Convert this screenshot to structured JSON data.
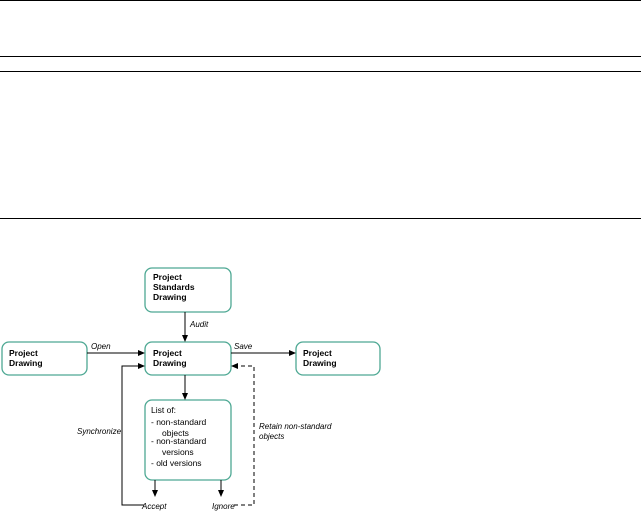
{
  "diagram": {
    "nodes": {
      "standards": {
        "lines": [
          "Project",
          "Standards",
          "Drawing"
        ]
      },
      "source": {
        "lines": [
          "Project",
          "Drawing"
        ]
      },
      "center": {
        "lines": [
          "Project",
          "Drawing"
        ]
      },
      "target": {
        "lines": [
          "Project",
          "Drawing"
        ]
      },
      "list": {
        "lines": [
          "List of:",
          "- non-standard",
          "objects",
          "- non-standard",
          "versions",
          "- old versions"
        ]
      }
    },
    "edges": {
      "open": "Open",
      "save": "Save",
      "audit": "Audit",
      "synchronize": "Synchronize",
      "retain": [
        "Retain non-standard",
        "objects"
      ],
      "accept": "Accept",
      "ignore": "Ignore"
    }
  }
}
